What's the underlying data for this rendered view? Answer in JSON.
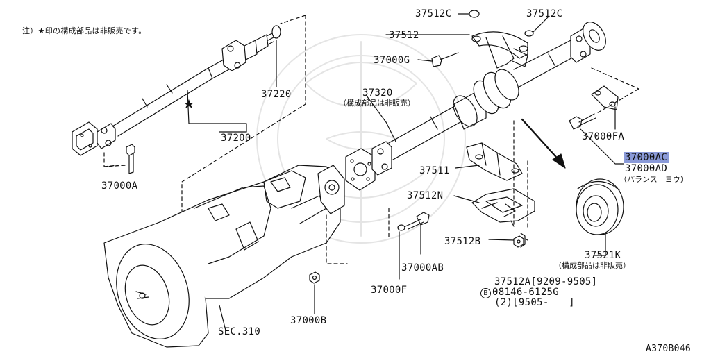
{
  "note": "注）★印の構成部品は非販売です。",
  "figure_code": "A370B046",
  "watermark": "crest-watermark",
  "highlight_color": "#8a9ad8",
  "labels": {
    "p37512C_top": "37512C",
    "p37512C_right": "37512C",
    "p37512": "37512",
    "p37000G": "37000G",
    "p37220": "37220",
    "p37320": "37320",
    "p37320_note": "（構成部品は非販売）",
    "p37200": "37200",
    "p37000FA": "37000FA",
    "p37000AC": "37000AC",
    "p37000AD": "37000AD",
    "p37000AD_note": "（バランス　ヨウ）",
    "p37000A": "37000A",
    "p37511": "37511",
    "p37512N": "37512N",
    "p37512B": "37512B",
    "p37521K": "37521K",
    "p37521K_note": "（構成部品は非販売）",
    "p37000AB": "37000AB",
    "p37000F": "37000F",
    "p37512A": "37512A[9209-9505]",
    "p08146_mark": "B",
    "p08146": "08146-6125G",
    "p08146_qty": "(2)[9505-　　]",
    "p37000B": "37000B",
    "sec310": "SEC.310"
  }
}
